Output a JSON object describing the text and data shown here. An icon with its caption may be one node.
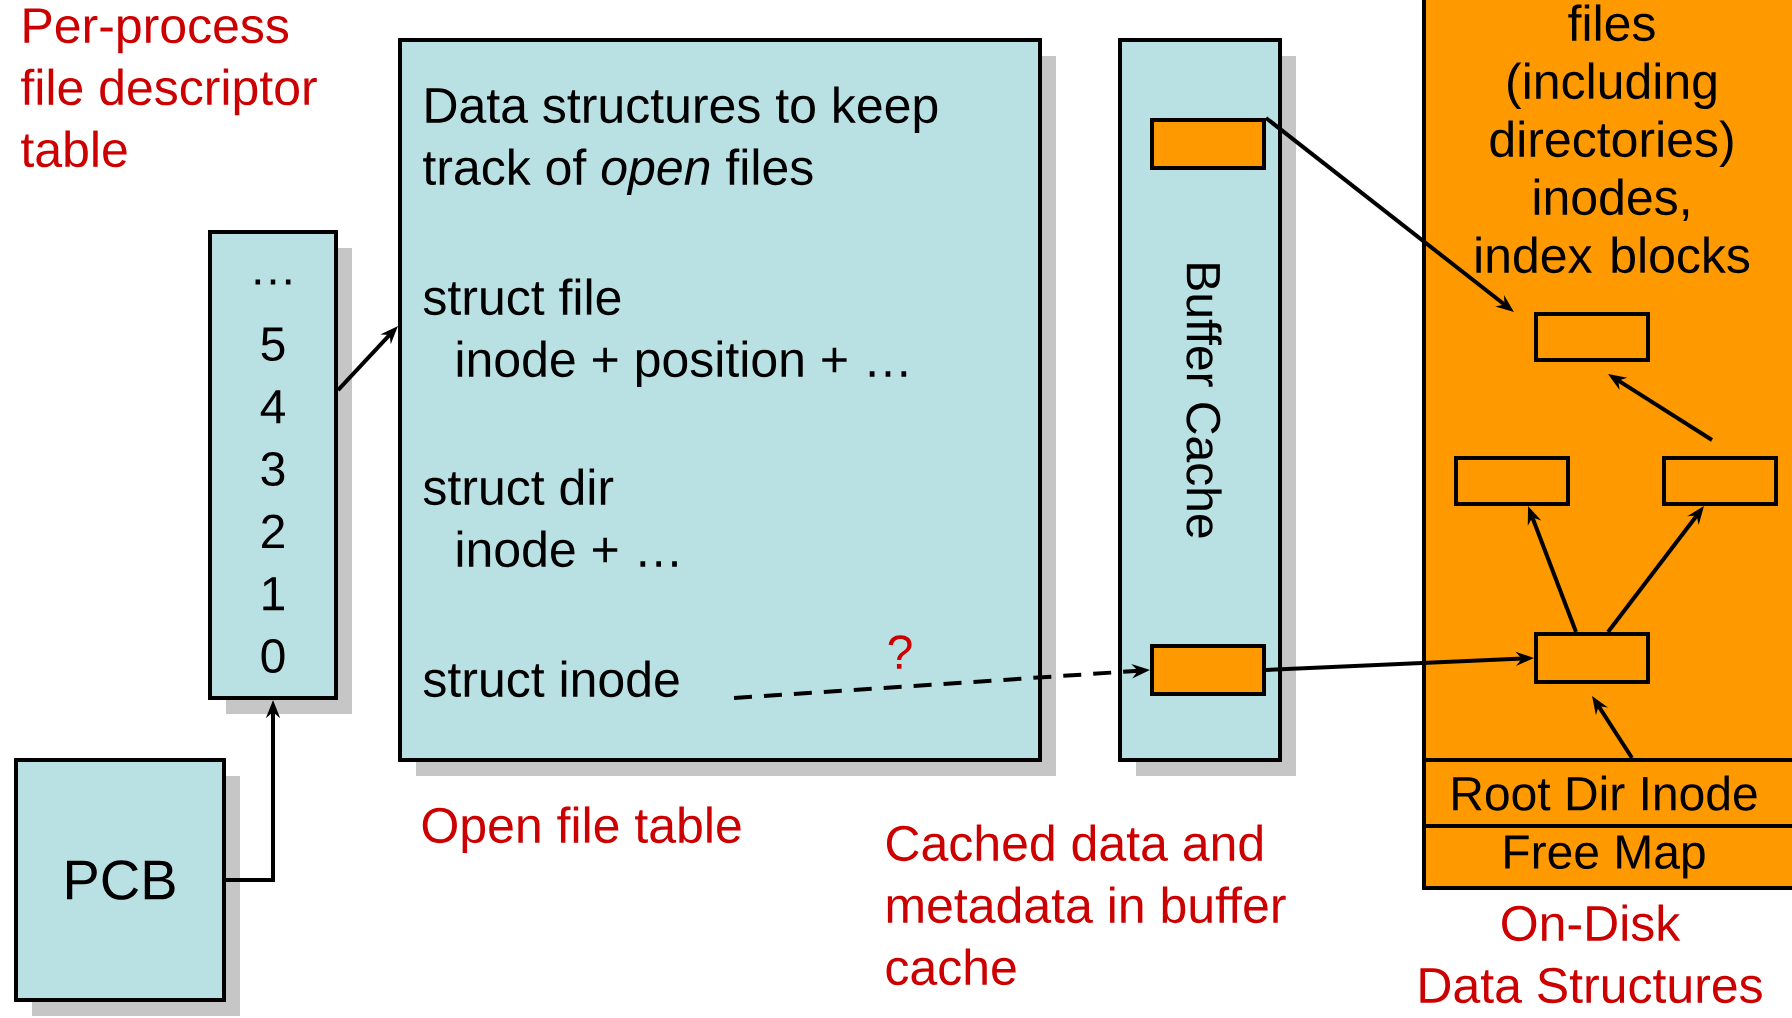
{
  "diagram": {
    "nodes": [
      {
        "text": [
          "…",
          "5",
          "4",
          "3",
          "2",
          "1",
          "0"
        ]
      },
      {
        "text": [
          "PCB"
        ]
      },
      {
        "text": [
          "Data structures to keep track of *open* files",
          "struct file inode + position + …",
          "struct dir inode + …",
          "struct inode"
        ],
        "beside": [
          "Open file table"
        ]
      },
      {
        "text": [
          "Buffer Cache"
        ],
        "beside": [
          "Cached data and metadata in buffer cache"
        ]
      },
      {
        "text": [],
        "shape": "box",
        "in": 3
      },
      {
        "text": [],
        "shape": "box",
        "in": 3
      },
      {
        "text": [
          "files (including directories) inodes, index blocks"
        ],
        "beside": [
          "On-Disk Data Structures"
        ]
      },
      {
        "text": [],
        "shape": "box",
        "in": 6
      },
      {
        "text": [],
        "shape": "box",
        "in": 6
      },
      {
        "text": [],
        "shape": "box",
        "in": 6
      },
      {
        "text": [],
        "shape": "box",
        "in": 6
      },
      {
        "text": [
          "Root Dir Inode"
        ],
        "in": 6
      },
      {
        "text": [
          "Free Map"
        ],
        "in": 6
      }
    ],
    "edges": [
      {
        "from": 1,
        "to": 0,
        "arrow": "to"
      },
      {
        "from": 0,
        "to": 2,
        "arrow": "to"
      },
      {
        "from": 2,
        "to": 5,
        "arrow": "to",
        "style": "dashed",
        "label": "?"
      },
      {
        "from": 4,
        "to": 7,
        "arrow": "to"
      },
      {
        "from": 5,
        "to": 10,
        "arrow": "to"
      },
      {
        "from": 10,
        "to": 8,
        "arrow": "to"
      },
      {
        "from": 10,
        "to": 9,
        "arrow": "to"
      },
      {
        "from": 9,
        "to": 7,
        "arrow": "to"
      },
      {
        "from": 11,
        "to": 10,
        "arrow": "to"
      }
    ],
    "labels": [
      "Per-process file descriptor table"
    ]
  }
}
